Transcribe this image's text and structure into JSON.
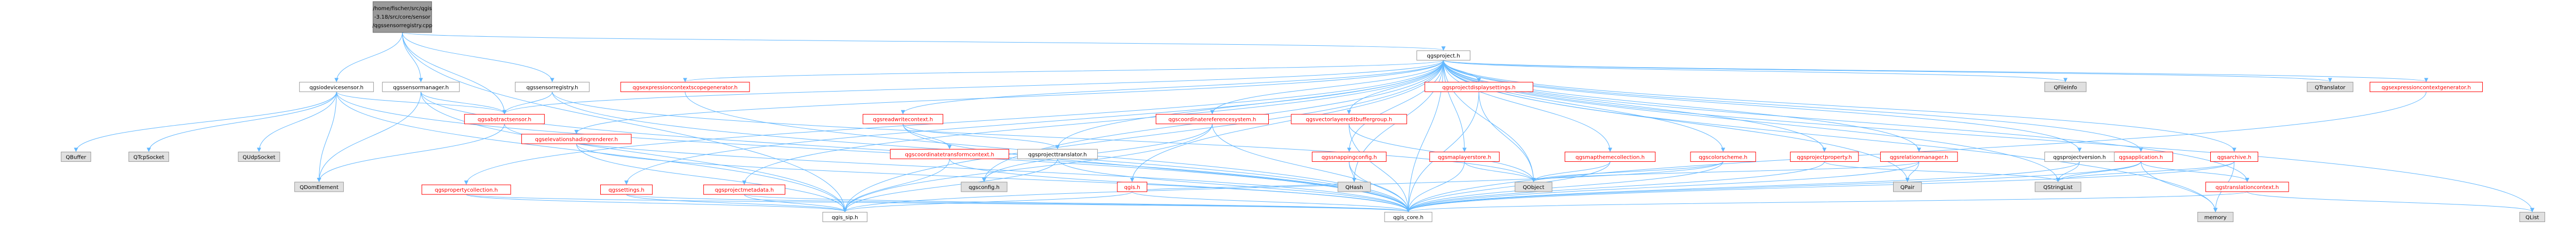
{
  "graph": {
    "root": "/home/fischer/src/qgis-3.18/src/core/sensor/qgssensorregistry.cpp",
    "root_lines": [
      "/home/fischer/src/qgis",
      "-3.18/src/core/sensor",
      "/qgssensorregistry.cpp"
    ],
    "colors": {
      "root_fill": "#9a9a9a",
      "node_fill": "#ffffff",
      "node_border": "#999999",
      "external_fill": "#e0e0e0",
      "external_border": "#999999",
      "edge": "#63b8ff",
      "text": "#000000",
      "red_text": "#ff0000"
    },
    "nodes": [
      {
        "id": "root",
        "label": "/home/fischer/src/qgis-3.18/src/core/sensor/qgssensorregistry.cpp",
        "kind": "root"
      },
      {
        "id": "qgsabstractsensor_h_top",
        "label": "qgsabstractsensor.h",
        "kind": "red"
      },
      {
        "id": "qgsiodevicesensor_h",
        "label": "qgsiodevicesensor.h",
        "kind": "normal"
      },
      {
        "id": "qgssensormanager_h",
        "label": "qgssensormanager.h",
        "kind": "normal"
      },
      {
        "id": "qgssensorregistry_h",
        "label": "qgssensorregistry.h",
        "kind": "normal"
      },
      {
        "id": "qgsproject_h",
        "label": "qgsproject.h",
        "kind": "normal"
      },
      {
        "id": "QBuffer",
        "label": "QBuffer",
        "kind": "external"
      },
      {
        "id": "QTcpSocket",
        "label": "QTcpSocket",
        "kind": "external"
      },
      {
        "id": "QUdpSocket",
        "label": "QUdpSocket",
        "kind": "external"
      },
      {
        "id": "QDomElement",
        "label": "QDomElement",
        "kind": "external"
      },
      {
        "id": "qgselevationshadingrenderer_h",
        "label": "qgselevationshadingrenderer.h",
        "kind": "red"
      },
      {
        "id": "qgssettings_h",
        "label": "qgssettings.h",
        "kind": "red"
      },
      {
        "id": "qgspropertycollection_h",
        "label": "qgspropertycollection.h",
        "kind": "red"
      },
      {
        "id": "qgsexpressioncontextscopegenerator_h",
        "label": "qgsexpressioncontextscopegenerator.h",
        "kind": "red"
      },
      {
        "id": "qgsreadwritecontext_h",
        "label": "qgsreadwritecontext.h",
        "kind": "red"
      },
      {
        "id": "qgscoordinatetransformcontext_h",
        "label": "qgscoordinatetransformcontext.h",
        "kind": "red"
      },
      {
        "id": "qgsprojectmetadata_h",
        "label": "qgsprojectmetadata.h",
        "kind": "red"
      },
      {
        "id": "qgsprojecttranslator_h",
        "label": "qgsprojecttranslator.h",
        "kind": "normal"
      },
      {
        "id": "qgsconfig_h",
        "label": "qgsconfig.h",
        "kind": "external"
      },
      {
        "id": "qgis_h",
        "label": "qgis.h",
        "kind": "red"
      },
      {
        "id": "qgscoordinatereferencesystem_h",
        "label": "qgscoordinatereferencesystem.h",
        "kind": "red"
      },
      {
        "id": "qgsvectorlayereditbuffergroup_h",
        "label": "qgsvectorlayereditbuffergroup.h",
        "kind": "red"
      },
      {
        "id": "qgsprojectdisplaysettings_h",
        "label": "qgsprojectdisplaysettings.h",
        "kind": "red"
      },
      {
        "id": "qgssnappingconfig_h",
        "label": "qgssnappingconfig.h",
        "kind": "red"
      },
      {
        "id": "qgsmaplayerstore_h",
        "label": "qgsmaplayerstore.h",
        "kind": "red"
      },
      {
        "id": "qgsmapthemecollection_h",
        "label": "qgsmapthemecollection.h",
        "kind": "red"
      },
      {
        "id": "qgscolorscheme_h",
        "label": "qgscolorscheme.h",
        "kind": "red"
      },
      {
        "id": "qgsprojectproperty_h",
        "label": "qgsprojectproperty.h",
        "kind": "red"
      },
      {
        "id": "qgsrelationmanager_h",
        "label": "qgsrelationmanager.h",
        "kind": "red"
      },
      {
        "id": "QFileInfo",
        "label": "QFileInfo",
        "kind": "external"
      },
      {
        "id": "qgsapplication_h",
        "label": "qgsapplication.h",
        "kind": "red"
      },
      {
        "id": "qgsprojectversion_h",
        "label": "qgsprojectversion.h",
        "kind": "normal"
      },
      {
        "id": "qgsarchive_h",
        "label": "qgsarchive.h",
        "kind": "red"
      },
      {
        "id": "qgstranslationcontext_h",
        "label": "qgstranslationcontext.h",
        "kind": "red"
      },
      {
        "id": "QTranslator",
        "label": "QTranslator",
        "kind": "external"
      },
      {
        "id": "qgsexpressioncontextgenerator_h",
        "label": "qgsexpressioncontextgenerator.h",
        "kind": "red"
      },
      {
        "id": "QHash",
        "label": "QHash",
        "kind": "external"
      },
      {
        "id": "QObject",
        "label": "QObject",
        "kind": "external"
      },
      {
        "id": "QPair",
        "label": "QPair",
        "kind": "external"
      },
      {
        "id": "QStringList",
        "label": "QStringList",
        "kind": "external"
      },
      {
        "id": "memory",
        "label": "memory",
        "kind": "external"
      },
      {
        "id": "QList",
        "label": "QList",
        "kind": "external"
      },
      {
        "id": "qgis_sip_h",
        "label": "qgis_sip.h",
        "kind": "normal"
      },
      {
        "id": "qgis_core_h",
        "label": "qgis_core.h",
        "kind": "normal"
      }
    ],
    "edges": [
      [
        "root",
        "qgsiodevicesensor_h"
      ],
      [
        "root",
        "qgssensormanager_h"
      ],
      [
        "root",
        "qgssensorregistry_h"
      ],
      [
        "root",
        "qgsproject_h"
      ],
      [
        "root",
        "qgsabstractsensor_h_top"
      ],
      [
        "root",
        "qgis_sip_h"
      ],
      [
        "qgsiodevicesensor_h",
        "QBuffer"
      ],
      [
        "qgsiodevicesensor_h",
        "QTcpSocket"
      ],
      [
        "qgsiodevicesensor_h",
        "QUdpSocket"
      ],
      [
        "qgsiodevicesensor_h",
        "QDomElement"
      ],
      [
        "qgsiodevicesensor_h",
        "qgsabstractsensor_h_top"
      ],
      [
        "qgsiodevicesensor_h",
        "qgis_core_h"
      ],
      [
        "qgsiodevicesensor_h",
        "qgis_sip_h"
      ],
      [
        "qgssensormanager_h",
        "QDomElement"
      ],
      [
        "qgssensormanager_h",
        "qgsabstractsensor_h_top"
      ],
      [
        "qgssensormanager_h",
        "qgis_core_h"
      ],
      [
        "qgssensormanager_h",
        "qgis_sip_h"
      ],
      [
        "qgssensorregistry_h",
        "qgsabstractsensor_h_top"
      ],
      [
        "qgssensorregistry_h",
        "qgis_core_h"
      ],
      [
        "qgssensorregistry_h",
        "QObject"
      ],
      [
        "qgsproject_h",
        "qgsexpressioncontextscopegenerator_h"
      ],
      [
        "qgsproject_h",
        "qgsreadwritecontext_h"
      ],
      [
        "qgsproject_h",
        "qgsprojectmetadata_h"
      ],
      [
        "qgsproject_h",
        "qgsprojecttranslator_h"
      ],
      [
        "qgsproject_h",
        "qgsconfig_h"
      ],
      [
        "qgsproject_h",
        "qgis_h"
      ],
      [
        "qgsproject_h",
        "qgscoordinatereferencesystem_h"
      ],
      [
        "qgsproject_h",
        "qgsvectorlayereditbuffergroup_h"
      ],
      [
        "qgsproject_h",
        "qgsprojectdisplaysettings_h"
      ],
      [
        "qgsproject_h",
        "qgssnappingconfig_h"
      ],
      [
        "qgsproject_h",
        "qgsmaplayerstore_h"
      ],
      [
        "qgsproject_h",
        "qgsmapthemecollection_h"
      ],
      [
        "qgsproject_h",
        "qgscolorscheme_h"
      ],
      [
        "qgsproject_h",
        "qgsprojectproperty_h"
      ],
      [
        "qgsproject_h",
        "qgsrelationmanager_h"
      ],
      [
        "qgsproject_h",
        "QFileInfo"
      ],
      [
        "qgsproject_h",
        "qgsapplication_h"
      ],
      [
        "qgsproject_h",
        "qgsprojectversion_h"
      ],
      [
        "qgsproject_h",
        "qgsarchive_h"
      ],
      [
        "qgsproject_h",
        "qgstranslationcontext_h"
      ],
      [
        "qgsproject_h",
        "QTranslator"
      ],
      [
        "qgsproject_h",
        "qgsexpressioncontextgenerator_h"
      ],
      [
        "qgsproject_h",
        "QHash"
      ],
      [
        "qgsproject_h",
        "QObject"
      ],
      [
        "qgsproject_h",
        "QPair"
      ],
      [
        "qgsproject_h",
        "QStringList"
      ],
      [
        "qgsproject_h",
        "memory"
      ],
      [
        "qgsproject_h",
        "QList"
      ],
      [
        "qgsproject_h",
        "qgis_sip_h"
      ],
      [
        "qgsproject_h",
        "qgis_core_h"
      ],
      [
        "qgsproject_h",
        "qgssettings_h"
      ],
      [
        "qgsproject_h",
        "qgspropertycollection_h"
      ],
      [
        "qgsproject_h",
        "qgselevationshadingrenderer_h"
      ],
      [
        "qgsproject_h",
        "qgsabstractsensor_h_top"
      ],
      [
        "qgsabstractsensor_h_top",
        "QDomElement"
      ],
      [
        "qgsabstractsensor_h_top",
        "qgis_core_h"
      ],
      [
        "qgsexpressioncontextscopegenerator_h",
        "qgis_core_h"
      ],
      [
        "qgsreadwritecontext_h",
        "qgscoordinatetransformcontext_h"
      ],
      [
        "qgsreadwritecontext_h",
        "qgis_core_h"
      ],
      [
        "qgsreadwritecontext_h",
        "qgsprojecttranslator_h"
      ],
      [
        "qgscoordinatetransformcontext_h",
        "qgis_core_h"
      ],
      [
        "qgscoordinatetransformcontext_h",
        "qgis_sip_h"
      ],
      [
        "qgsprojectmetadata_h",
        "qgis_sip_h"
      ],
      [
        "qgsprojectmetadata_h",
        "qgis_core_h"
      ],
      [
        "qgsprojecttranslator_h",
        "qgis_core_h"
      ],
      [
        "qgsprojecttranslator_h",
        "qgis_sip_h"
      ],
      [
        "qgis_h",
        "qgis_core_h"
      ],
      [
        "qgis_h",
        "qgis_sip_h"
      ],
      [
        "qgis_h",
        "QHash"
      ],
      [
        "qgscoordinatereferencesystem_h",
        "qgis_core_h"
      ],
      [
        "qgscoordinatereferencesystem_h",
        "qgis_sip_h"
      ],
      [
        "qgscoordinatereferencesystem_h",
        "qgsconfig_h"
      ],
      [
        "qgsvectorlayereditbuffergroup_h",
        "qgis_core_h"
      ],
      [
        "qgsvectorlayereditbuffergroup_h",
        "QObject"
      ],
      [
        "qgsprojectdisplaysettings_h",
        "qgis_core_h"
      ],
      [
        "qgsprojectdisplaysettings_h",
        "QObject"
      ],
      [
        "qgssnappingconfig_h",
        "qgis_core_h"
      ],
      [
        "qgssnappingconfig_h",
        "QHash"
      ],
      [
        "qgsmaplayerstore_h",
        "qgis_core_h"
      ],
      [
        "qgsmaplayerstore_h",
        "QObject"
      ],
      [
        "qgsmapthemecollection_h",
        "qgis_core_h"
      ],
      [
        "qgsmapthemecollection_h",
        "QObject"
      ],
      [
        "qgscolorscheme_h",
        "qgis_core_h"
      ],
      [
        "qgscolorscheme_h",
        "qgis_sip_h"
      ],
      [
        "qgscolorscheme_h",
        "QObject"
      ],
      [
        "qgsprojectproperty_h",
        "qgis_core_h"
      ],
      [
        "qgsprojectproperty_h",
        "QStringList"
      ],
      [
        "qgsrelationmanager_h",
        "qgis_core_h"
      ],
      [
        "qgsrelationmanager_h",
        "QObject"
      ],
      [
        "qgsrelationmanager_h",
        "QPair"
      ],
      [
        "qgsapplication_h",
        "qgis_core_h"
      ],
      [
        "qgsapplication_h",
        "memory"
      ],
      [
        "qgsapplication_h",
        "QStringList"
      ],
      [
        "qgsapplication_h",
        "qgstranslationcontext_h"
      ],
      [
        "qgsprojectversion_h",
        "qgis_core_h"
      ],
      [
        "qgsprojectversion_h",
        "QStringList"
      ],
      [
        "qgsarchive_h",
        "qgis_core_h"
      ],
      [
        "qgsarchive_h",
        "memory"
      ],
      [
        "qgsarchive_h",
        "QStringList"
      ],
      [
        "qgstranslationcontext_h",
        "qgis_core_h"
      ],
      [
        "qgstranslationcontext_h",
        "QList"
      ],
      [
        "qgsexpressioncontextgenerator_h",
        "qgis_core_h"
      ],
      [
        "qgssettings_h",
        "qgis_core_h"
      ],
      [
        "qgssettings_h",
        "qgis_sip_h"
      ],
      [
        "qgspropertycollection_h",
        "qgis_core_h"
      ],
      [
        "qgspropertycollection_h",
        "qgis_sip_h"
      ],
      [
        "qgselevationshadingrenderer_h",
        "qgis_core_h"
      ],
      [
        "qgselevationshadingrenderer_h",
        "qgis_sip_h"
      ]
    ]
  }
}
